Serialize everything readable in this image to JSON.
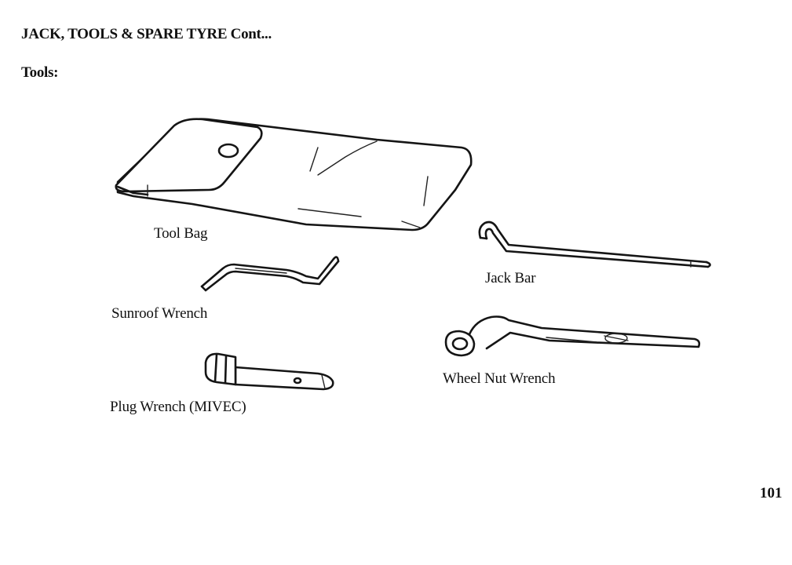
{
  "header": {
    "title": "JACK, TOOLS & SPARE TYRE Cont...",
    "section": "Tools:"
  },
  "tools": {
    "tool_bag": {
      "label": "Tool Bag",
      "icon": "tool-bag-icon"
    },
    "sunroof_wrench": {
      "label": "Sunroof Wrench",
      "icon": "sunroof-wrench-icon"
    },
    "plug_wrench": {
      "label": "Plug Wrench (MIVEC)",
      "icon": "plug-wrench-icon"
    },
    "jack_bar": {
      "label": "Jack Bar",
      "icon": "jack-bar-icon"
    },
    "wheel_nut_wrench": {
      "label": "Wheel Nut Wrench",
      "icon": "wheel-nut-wrench-icon"
    }
  },
  "footer": {
    "page_number": "101"
  },
  "colors": {
    "ink": "#151515",
    "paper": "#ffffff"
  }
}
